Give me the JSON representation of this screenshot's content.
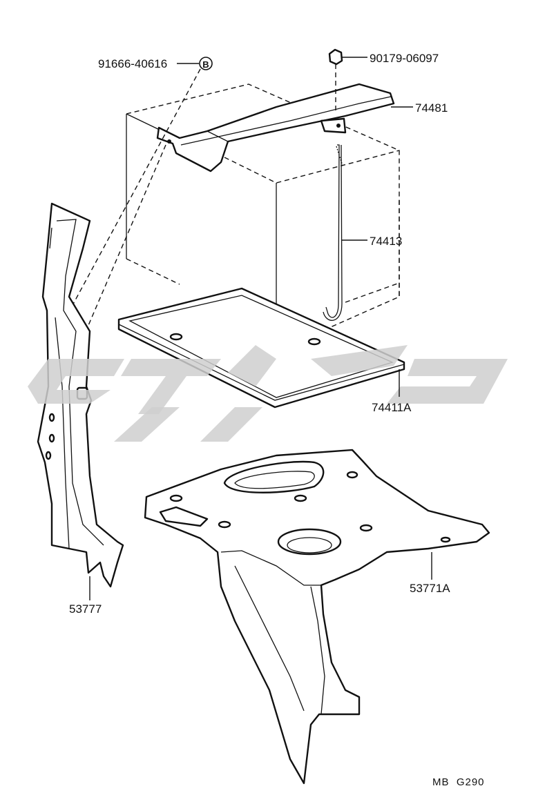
{
  "parts": [
    {
      "id": "bolt",
      "number": "91666-40616",
      "marker": "B"
    },
    {
      "id": "nut",
      "number": "90179-06097"
    },
    {
      "id": "battery-clamp",
      "number": "74481"
    },
    {
      "id": "battery-rod",
      "number": "74413"
    },
    {
      "id": "battery-tray",
      "number": "74411A"
    },
    {
      "id": "carrier-brace",
      "number": "53777"
    },
    {
      "id": "battery-carrier",
      "number": "53771A"
    }
  ],
  "drawing_code": "MB  G290"
}
